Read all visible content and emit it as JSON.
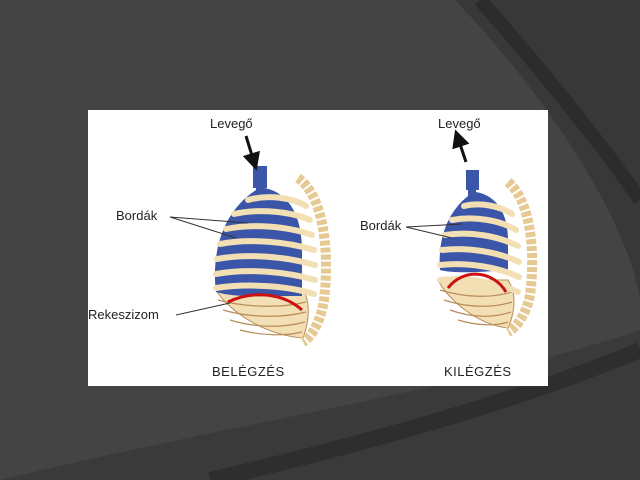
{
  "slide": {
    "background_color": "#3f3f3f",
    "curve_color": "#2e2e2e"
  },
  "figure": {
    "inhalation": {
      "air_label": "Levegő",
      "ribs_label": "Bordák",
      "diaphragm_label": "Rekeszizom",
      "caption": "BELÉGZÉS",
      "arrow_direction": "down"
    },
    "exhalation": {
      "air_label": "Levegő",
      "ribs_label": "Bordák",
      "caption": "KILÉGZÉS",
      "arrow_direction": "up"
    },
    "colors": {
      "lung": "#3b55a8",
      "rib": "#f3dfb4",
      "rib_outline": "#b88d5a",
      "diaphragm": "#cc1111"
    }
  }
}
